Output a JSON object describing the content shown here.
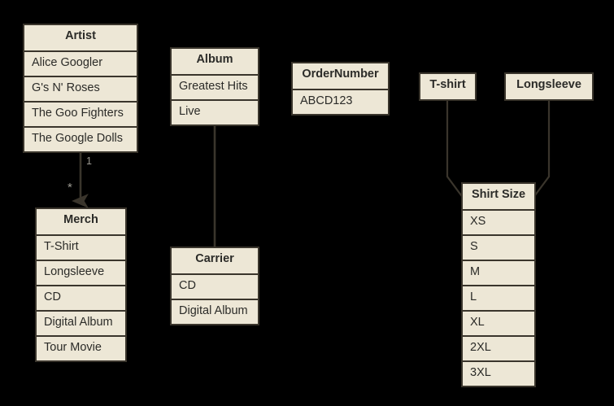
{
  "diagram": {
    "type": "entity-relationship-diagram",
    "background_color": "#000000",
    "node_fill_color": "#EDE7D6",
    "node_border_color": "#3A352C",
    "text_color": "#2B2B28",
    "edge_label_color": "#9C9A92"
  },
  "nodes": {
    "artist": {
      "title": "Artist",
      "rows": [
        "Alice Googler",
        "G's N' Roses",
        "The Goo Fighters",
        "The Google Dolls"
      ]
    },
    "merch": {
      "title": "Merch",
      "rows": [
        "T-Shirt",
        "Longsleeve",
        "CD",
        "Digital Album",
        "Tour Movie"
      ]
    },
    "album": {
      "title": "Album",
      "rows": [
        "Greatest Hits",
        "Live"
      ]
    },
    "carrier": {
      "title": "Carrier",
      "rows": [
        "CD",
        "Digital Album"
      ]
    },
    "order_number": {
      "title": "OrderNumber",
      "rows": [
        "ABCD123"
      ]
    },
    "tshirt": {
      "title": "T-shirt"
    },
    "longsleeve": {
      "title": "Longsleeve"
    },
    "shirt_size": {
      "title": "Shirt Size",
      "rows": [
        "XS",
        "S",
        "M",
        "L",
        "XL",
        "2XL",
        "3XL"
      ]
    }
  },
  "edges": {
    "artist_to_merch": {
      "source_label": "1",
      "target_label": "*"
    }
  }
}
